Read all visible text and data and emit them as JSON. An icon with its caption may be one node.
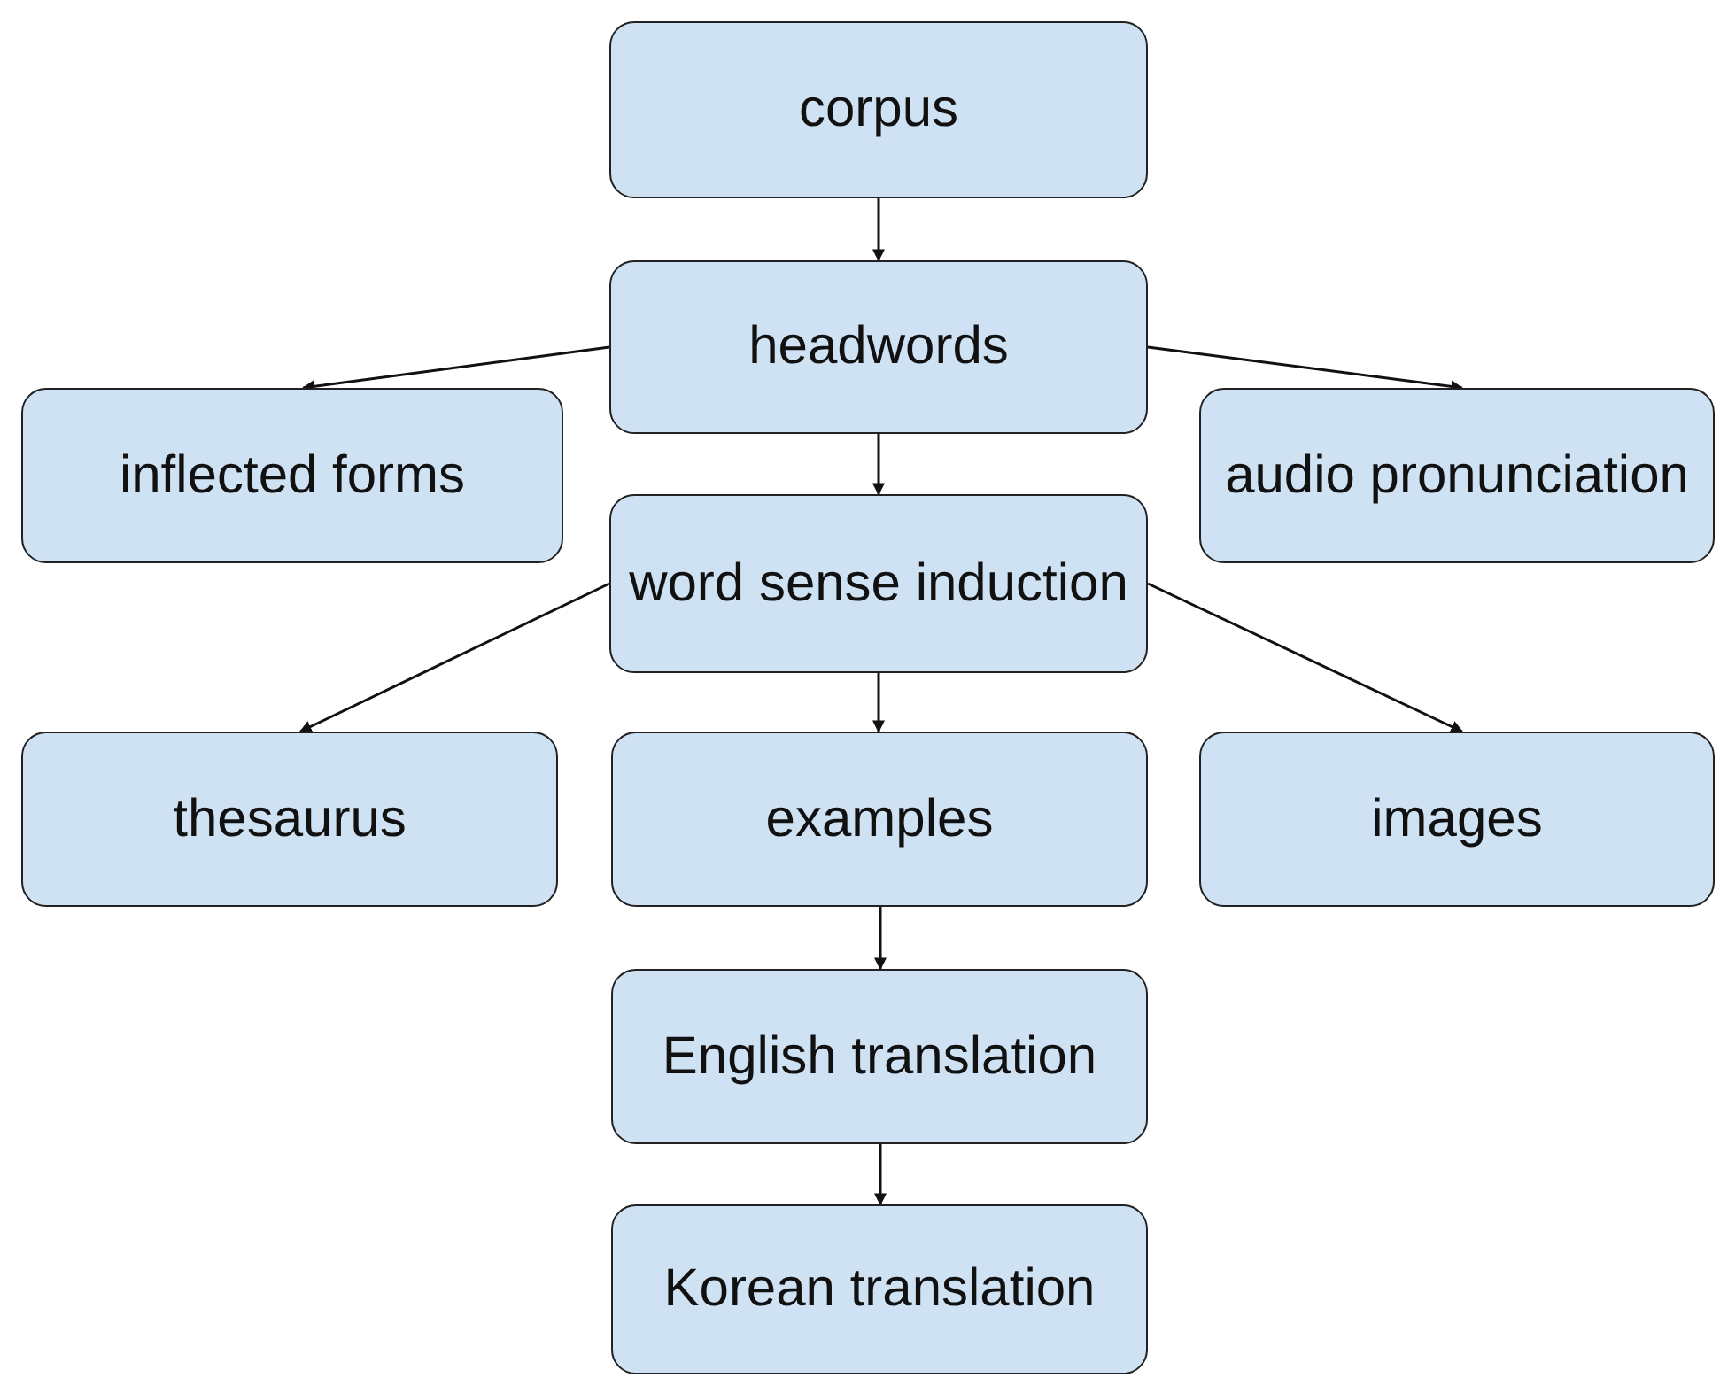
{
  "diagram": {
    "nodes": [
      {
        "text": [
          "corpus"
        ]
      },
      {
        "text": [
          "headwords"
        ]
      },
      {
        "text": [
          "inflected forms"
        ]
      },
      {
        "text": [
          "audio pronunciation"
        ]
      },
      {
        "text": [
          "word sense induction"
        ]
      },
      {
        "text": [
          "thesaurus"
        ]
      },
      {
        "text": [
          "examples"
        ]
      },
      {
        "text": [
          "images"
        ]
      },
      {
        "text": [
          "English translation"
        ]
      },
      {
        "text": [
          "Korean translation"
        ]
      }
    ],
    "edges": [
      {
        "from": 0,
        "to": 1,
        "arrow": "to"
      },
      {
        "from": 1,
        "to": 2,
        "arrow": "to"
      },
      {
        "from": 1,
        "to": 3,
        "arrow": "to"
      },
      {
        "from": 1,
        "to": 4,
        "arrow": "to"
      },
      {
        "from": 4,
        "to": 5,
        "arrow": "to"
      },
      {
        "from": 4,
        "to": 6,
        "arrow": "to"
      },
      {
        "from": 4,
        "to": 7,
        "arrow": "to"
      },
      {
        "from": 6,
        "to": 8,
        "arrow": "to"
      },
      {
        "from": 8,
        "to": 9,
        "arrow": "to"
      }
    ]
  }
}
